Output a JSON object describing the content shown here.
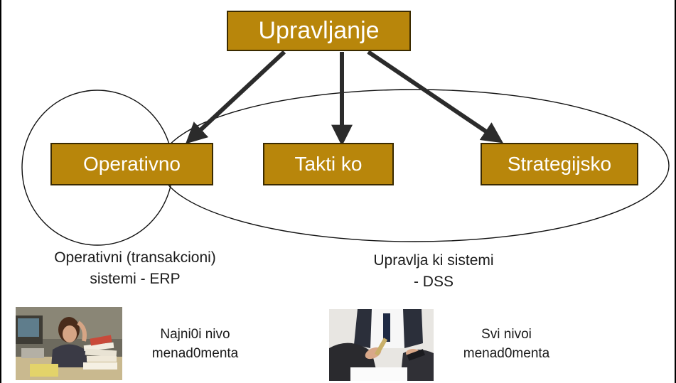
{
  "diagram": {
    "top_box": "Upravljanje",
    "levels": [
      "Operativno",
      "Takti ko",
      "Strategijsko"
    ],
    "left_caption": [
      "Operativni (transakcioni)",
      "sistemi - ERP"
    ],
    "right_caption": [
      "Upravlja ki sistemi",
      "- DSS"
    ],
    "left_note": [
      "Najni0i nivo",
      "menad0menta"
    ],
    "right_note": [
      "Svi nivoi",
      "menad0menta"
    ]
  },
  "colors": {
    "box_fill": "#b8860b",
    "box_border": "#3a2a00",
    "box_text": "#ffffff",
    "arrow": "#2b2b2b"
  }
}
